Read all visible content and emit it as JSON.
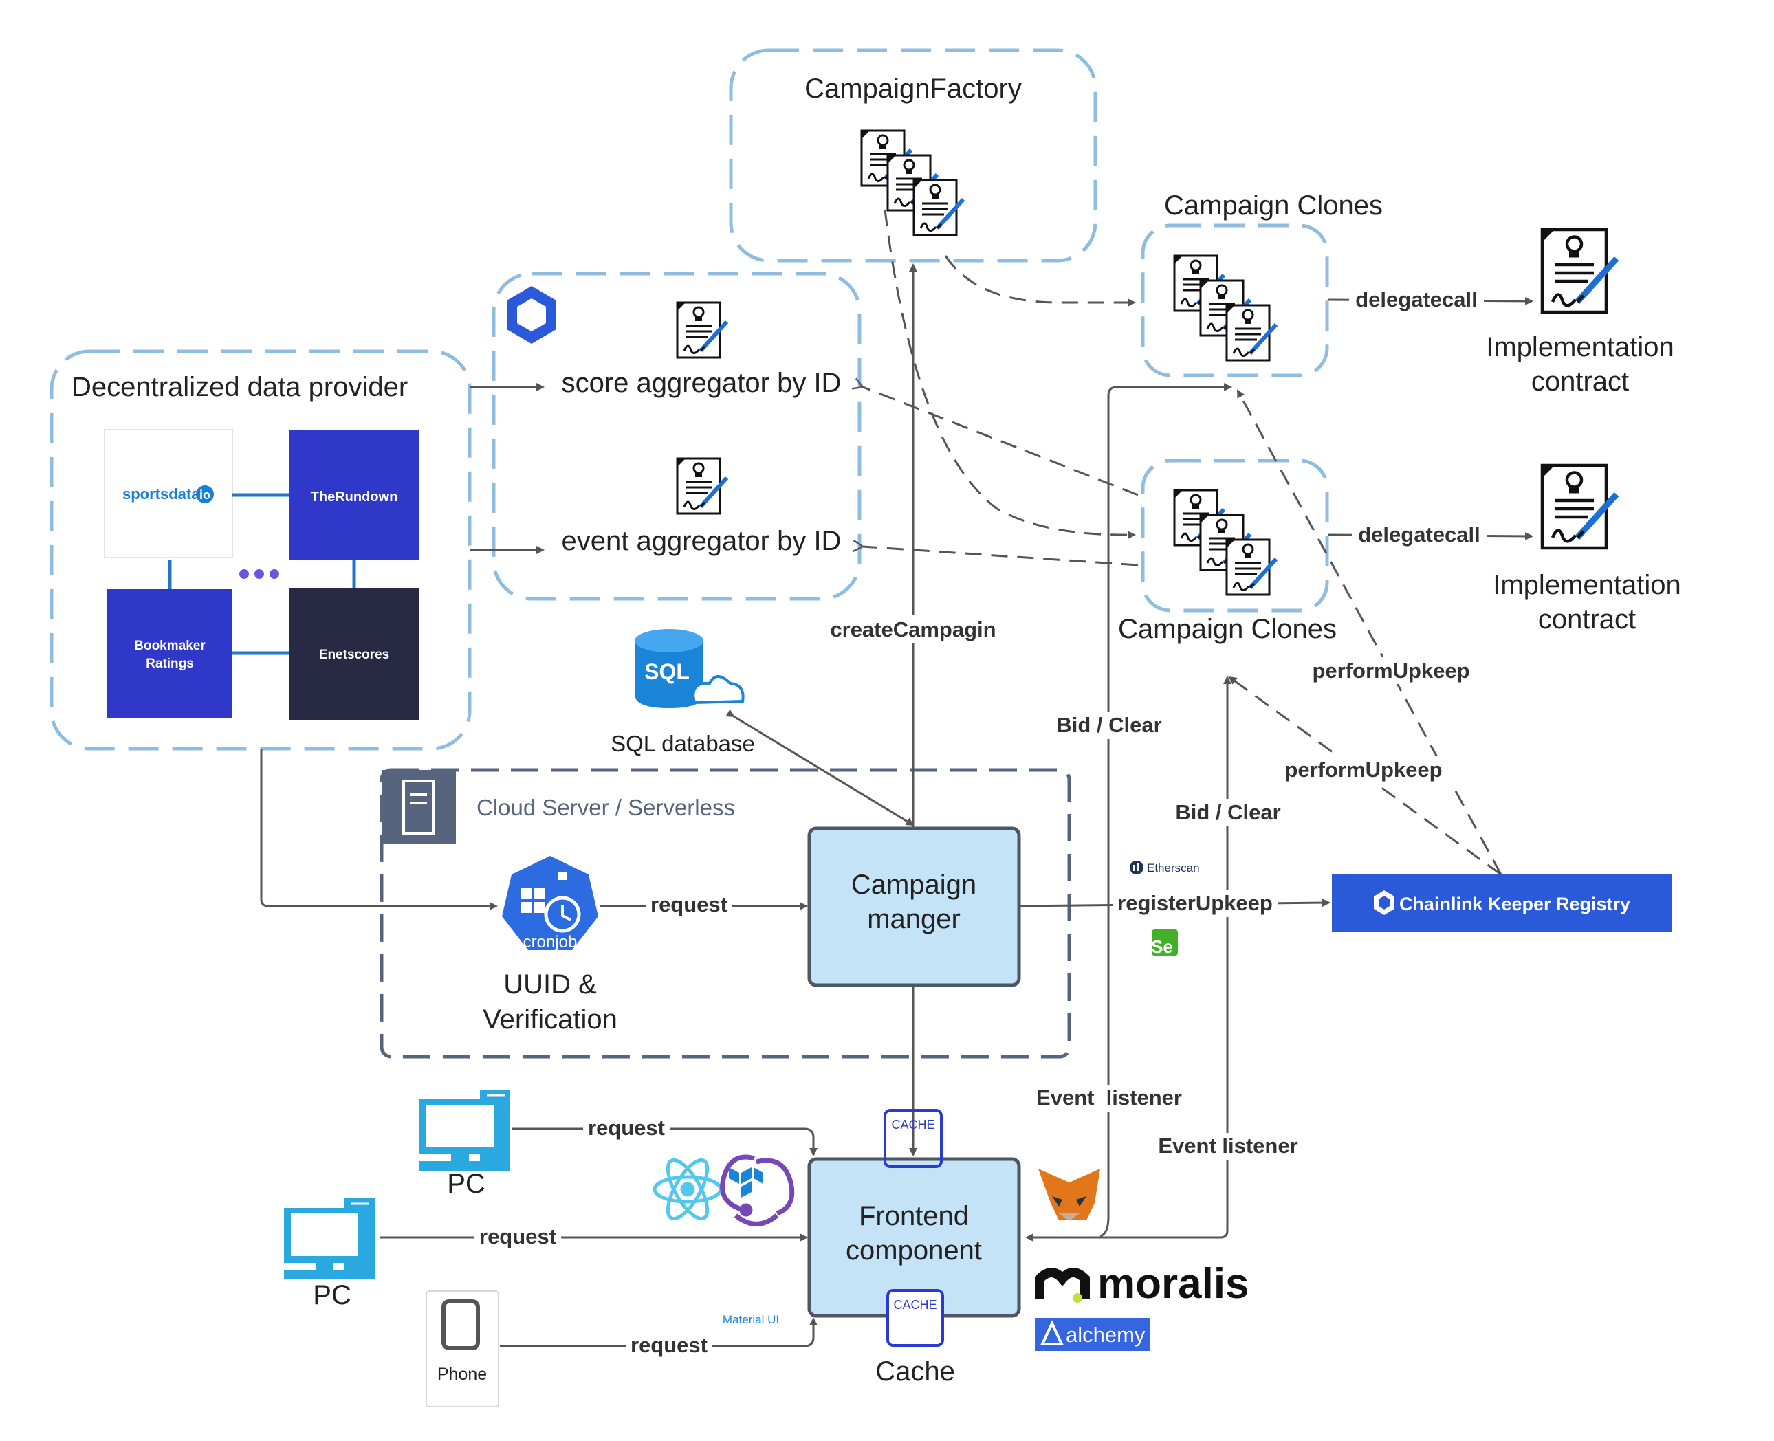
{
  "groups": {
    "campaign_factory": "CampaignFactory",
    "campaign_clones_top": "Campaign Clones",
    "campaign_clones_bottom": "Campaign Clones",
    "data_provider": "Decentralized data provider",
    "cloud_server": "Cloud Server / Serverless"
  },
  "contracts": {
    "score_aggregator": "score aggregator by ID",
    "event_aggregator": "event aggregator by ID",
    "implementation_1_line1": "Implementation",
    "implementation_1_line2": "contract",
    "implementation_2_line1": "Implementation",
    "implementation_2_line2": "contract"
  },
  "providers": {
    "sportsdata": "sportsdata",
    "sportsdata_suffix": "io",
    "therundown": "TheRundown",
    "bookmaker_line1": "Bookmaker",
    "bookmaker_line2": "Ratings",
    "enetscores": "Enetscores"
  },
  "nodes": {
    "sql_badge": "SQL",
    "sql_database": "SQL database",
    "cronjob": "cronjob",
    "uuid_line1": "UUID &",
    "uuid_line2": "Verification",
    "campaign_manager_line1": "Campaign",
    "campaign_manager_line2": "manger",
    "frontend_line1": "Frontend",
    "frontend_line2": "component",
    "cache_badge_top": "CACHE",
    "cache_badge_bottom": "CACHE",
    "cache_label": "Cache",
    "pc_1": "PC",
    "pc_2": "PC",
    "phone": "Phone",
    "chainlink_registry": "Chainlink Keeper Registry",
    "etherscan": "Etherscan",
    "selenium": "Se",
    "material_ui": "Material UI",
    "moralis": "moralis",
    "alchemy": "alchemy"
  },
  "edges": {
    "delegatecall_1": "delegatecall",
    "delegatecall_2": "delegatecall",
    "create_campaign": "createCampagin",
    "perform_upkeep_1": "performUpkeep",
    "perform_upkeep_2": "performUpkeep",
    "bid_clear_1": "Bid / Clear",
    "bid_clear_2": "Bid / Clear",
    "request_cron": "request",
    "register_upkeep": "registerUpkeep",
    "event_listener_1": "Event  listener",
    "event_listener_2": "Event listener",
    "request_pc1": "request",
    "request_pc2": "request",
    "request_phone": "request"
  },
  "colors": {
    "group_border": "#8fbde0",
    "cloud_border": "#56657d",
    "box_fill": "#c5e3f7",
    "box_border": "#4d5566",
    "provider_blue": "#3038c9",
    "provider_dark": "#272a42",
    "chainlink": "#2a5ada",
    "pc_blue": "#29a9e0"
  }
}
